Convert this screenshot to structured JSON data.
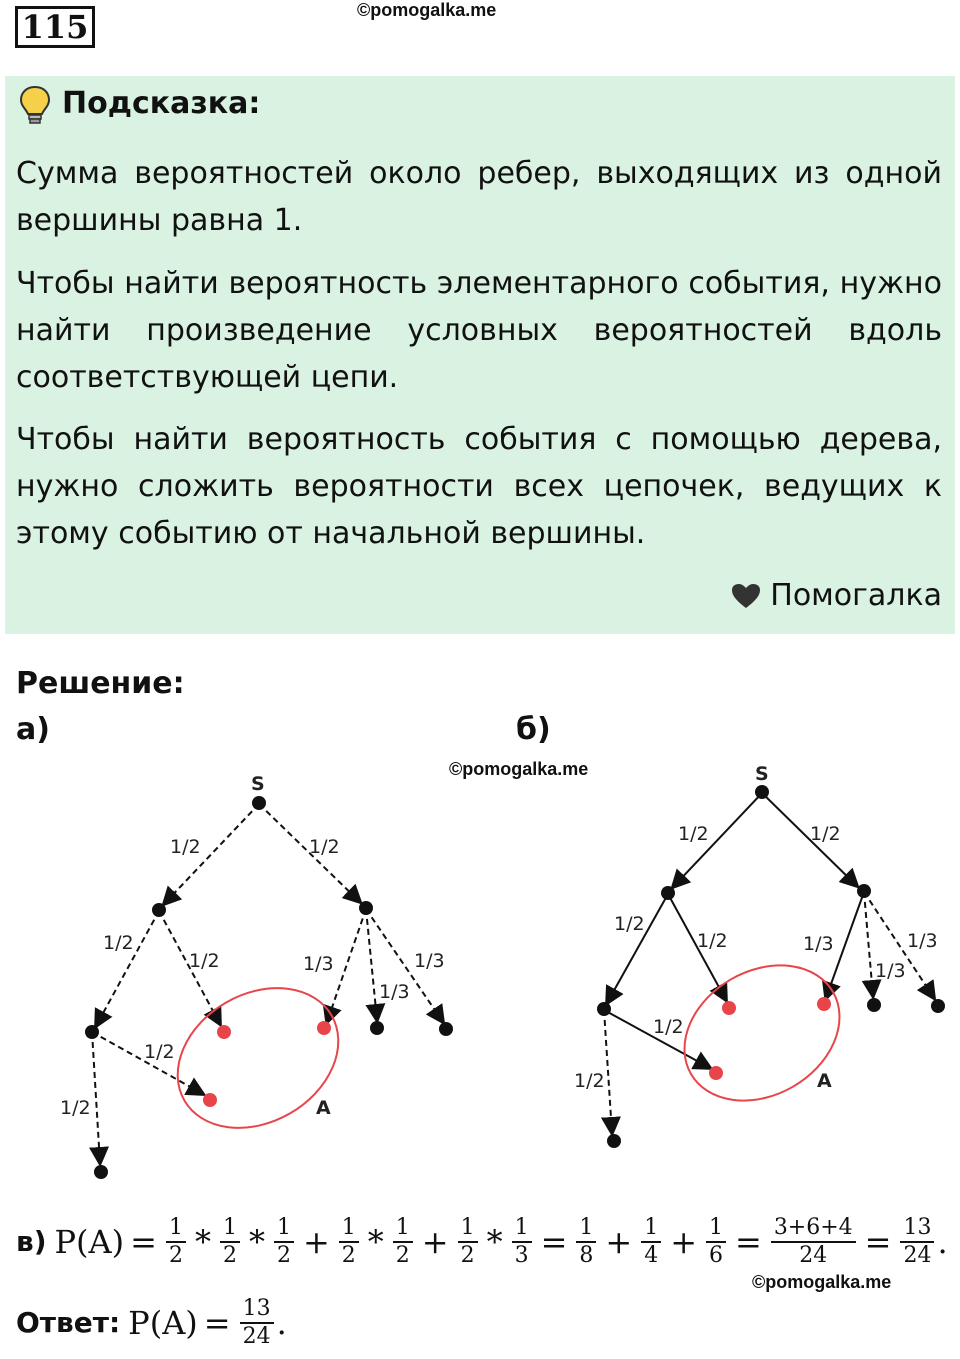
{
  "task_number": "115",
  "watermark": "©pomogalka.me",
  "hint": {
    "title": "Подсказка:",
    "paragraphs": [
      "Сумма вероятностей около ребер, выходящих из одной вершины равна 1.",
      "Чтобы найти вероятность элементарного события, нужно найти произведение условных вероятностей вдоль соответствующей цепи.",
      "Чтобы найти вероятность события с помощью дерева, нужно сложить вероятности всех цепочек, ведущих к этому событию от начальной вершины."
    ],
    "brand": "Помогалка"
  },
  "solution": {
    "title": "Решение:",
    "part_a": "а)",
    "part_b": "б)",
    "part_v": "в)",
    "tree_a": {
      "root": "S",
      "event": "A",
      "labels": [
        "1/2",
        "1/2",
        "1/2",
        "1/2",
        "1/3",
        "1/3",
        "1/3",
        "1/2",
        "1/2"
      ]
    },
    "tree_b": {
      "root": "S",
      "event": "A",
      "labels": [
        "1/2",
        "1/2",
        "1/2",
        "1/2",
        "1/3",
        "1/3",
        "1/3",
        "1/2",
        "1/2"
      ]
    },
    "formula": {
      "lhs": "P(A)",
      "eq": "=",
      "plus": "+",
      "times": "*",
      "one": "1",
      "d2": "2",
      "d3": "3",
      "d8": "8",
      "d4": "4",
      "d6": "6",
      "sum_num": "3+6+4",
      "d24": "24",
      "n13": "13",
      "dot": "."
    },
    "answer": {
      "label": "Ответ:",
      "lhs": "P(A)",
      "eq": "=",
      "num": "13",
      "den": "24",
      "dot": "."
    }
  },
  "colors": {
    "hint_bg": "#d9f2e2",
    "event_red": "#e8454a",
    "node_black": "#111111"
  }
}
